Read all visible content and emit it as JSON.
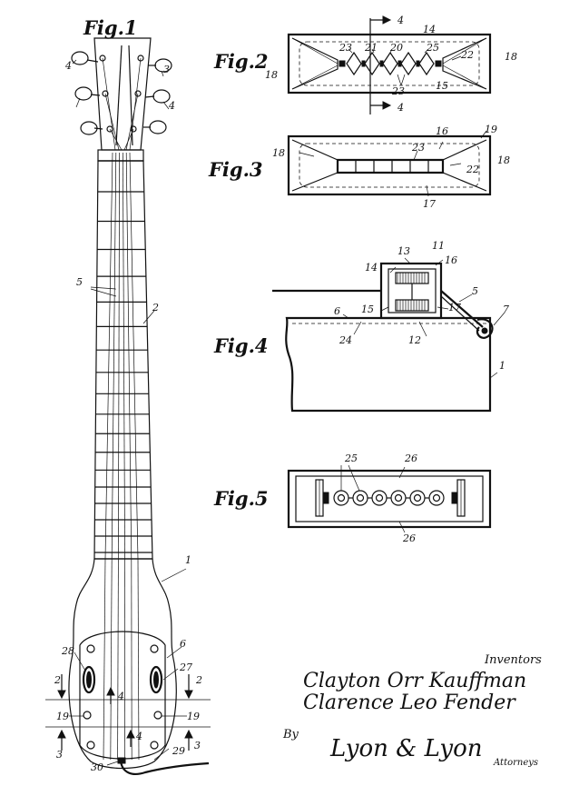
{
  "figures": {
    "fig1": "Fig.1",
    "fig2": "Fig.2",
    "fig3": "Fig.3",
    "fig4": "Fig.4",
    "fig5": "Fig.5"
  },
  "refs": {
    "r1": "1",
    "r2": "2",
    "r3": "3",
    "r4": "4",
    "r5": "5",
    "r6": "6",
    "r7": "7",
    "r11": "11",
    "r12": "12",
    "r13": "13",
    "r14": "14",
    "r15": "15",
    "r16": "16",
    "r17": "17",
    "r18": "18",
    "r19": "19",
    "r20": "20",
    "r21": "21",
    "r22": "22",
    "r23": "23",
    "r24": "24",
    "r25": "25",
    "r26": "26",
    "r27": "27",
    "r28": "28",
    "r29": "29",
    "r30": "30"
  },
  "signature": {
    "inventors_label": "Inventors",
    "inventor_1": "Clayton Orr Kauffman",
    "inventor_2": "Clarence Leo Fender",
    "by": "By",
    "attorney_signature": "Lyon & Lyon",
    "attorneys_label": "Attorneys"
  }
}
